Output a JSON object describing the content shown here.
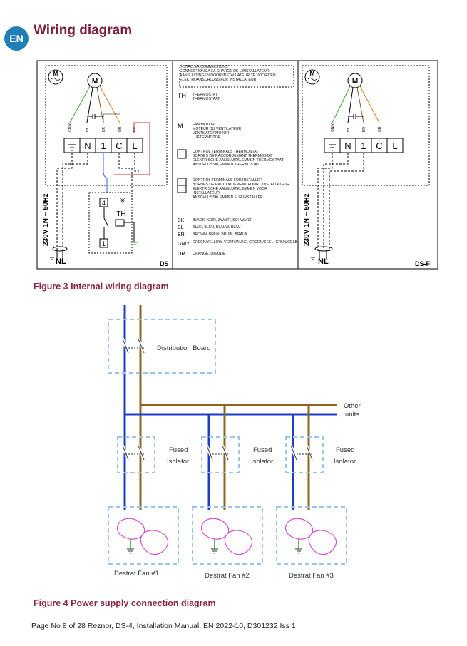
{
  "badge": "EN",
  "title": "Wiring diagram",
  "figure3": {
    "caption": "Figure 3 Internal wiring diagram",
    "motor_symbol": "M",
    "terminals": [
      "N",
      "1",
      "C",
      "L"
    ],
    "wire_labels": [
      "GN/Y",
      "BK",
      "BR",
      "OR",
      "BR"
    ],
    "supply_label": "230V 1N ~ 50Hz",
    "earth_nl": "NL",
    "left_model": "DS",
    "right_model": "DS-F",
    "thermostat_label": "TH",
    "thermostat_terminals": [
      "4",
      "1"
    ],
    "legend": {
      "installer_connections": [
        "INSTALLER CONNECTIONS",
        "CONNECTIONS A LA CHARGE DE L'INSTALLATEUR",
        "AANSLUITINGEN DOOR INSTALLATEUR TE VOORZIEN",
        "ELEKTROANSCHLUSS FUR INSTALLATEUR"
      ],
      "th_code": "TH",
      "th_text": [
        "THERMOSTAT",
        "THERMOSTAAT"
      ],
      "m_code": "M",
      "m_text": [
        "FAN MOTOR",
        "MOTEUR DU VENTILATEUR",
        "VENTILATORMOTOR",
        "LÜFTERMOTOR"
      ],
      "ctrl_thermostat": [
        "CONTROL TERMINALS THERMOSTAT",
        "BORNES DE RACCORDEMENT THERMOSTAT",
        "ELEKTRISCHE AANSLUITKLEMMEN THERMOSTAAT",
        "ANSCHLUSSKLEMMEN THERMOSTAT"
      ],
      "ctrl_installer": [
        "CONTROL TERMINALS FOR INSTALLER",
        "BORNES DE RACCORDEMENT POUR L'INSTALLATEUR",
        "ELEKTRISCHE AANSLUITKLEMMEN VOOR",
        "INSTALLATEUR",
        "ANSCHLUSSKLEMMEN FUR INSTALLER"
      ],
      "colors": [
        {
          "code": "BK",
          "text": "BLACK, NOIR, ZWART, SCHWARZ"
        },
        {
          "code": "BL",
          "text": "BLUE, BLEU, BLAUW, BLAU"
        },
        {
          "code": "BR",
          "text": "BROWN, BRUN, BRUIN, BRAUN"
        },
        {
          "code": "GN/Y",
          "text": "GREEN/YELLOW, VERT/JAUNE, GROEN/GEEL, GRÜN/GELB"
        },
        {
          "code": "OR",
          "text": "ORANGE, ORANJE"
        }
      ]
    }
  },
  "figure4": {
    "caption": "Figure 4 Power supply connection diagram",
    "distribution_board": "Distribution Board",
    "other_units": [
      "Other",
      "units"
    ],
    "isolator_label": [
      "Fused",
      "Isolator"
    ],
    "fans": [
      "Destrat Fan #1",
      "Destrat Fan #2",
      "Destrat Fan #3"
    ]
  },
  "footer": "Page No 8 of 28 Reznor, DS-4, Installation Manual,  EN 2022-10, D301232 Iss 1",
  "colors": {
    "brand": "#7b1f3e",
    "blue_wire": "#1e3cc8",
    "brown_wire": "#8a6420",
    "dashed_box": "#9cc4e6",
    "fan_curve": "#d24fd2",
    "earth": "#2a9a2a"
  }
}
